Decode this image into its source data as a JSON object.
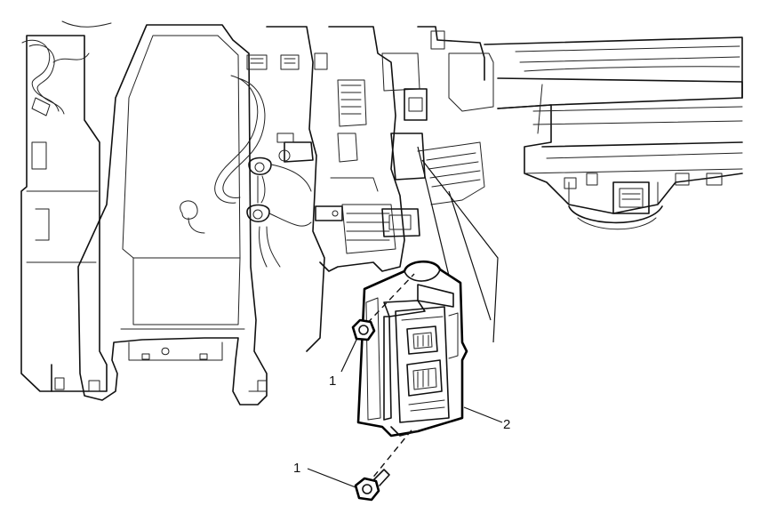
{
  "diagram": {
    "callouts": [
      {
        "id": "bolt-upper",
        "label": "1"
      },
      {
        "id": "module",
        "label": "2"
      },
      {
        "id": "bolt-lower",
        "label": "1"
      }
    ]
  }
}
